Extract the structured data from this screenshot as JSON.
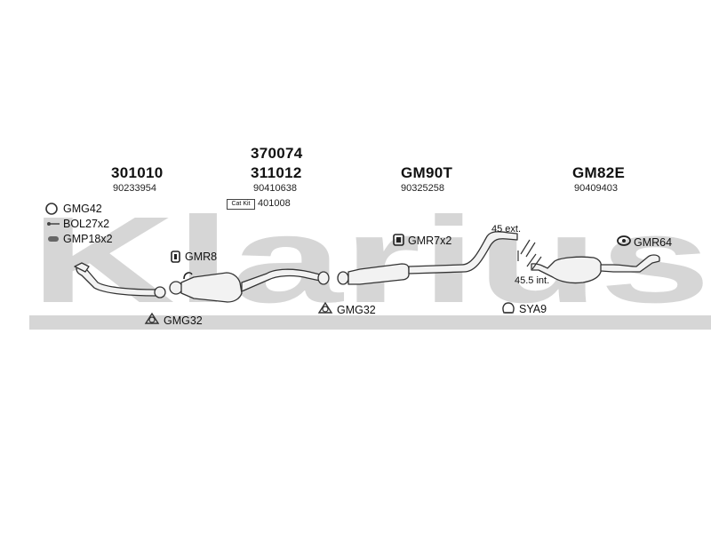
{
  "watermark": "Klarius",
  "colors": {
    "watermark": "#d6d6d6",
    "ink": "#111111",
    "pipe_fill": "#f2f2f2",
    "pipe_stroke": "#333333"
  },
  "parts": {
    "p1": {
      "number": "301010",
      "oe": "90233954"
    },
    "p2": {
      "number_top": "370074",
      "number": "311012",
      "oe": "90410638",
      "catkit_label": "Cat Kit",
      "catkit_number": "401008"
    },
    "p3": {
      "number": "GM90T",
      "oe": "90325258"
    },
    "p4": {
      "number": "GM82E",
      "oe": "90409403"
    }
  },
  "fittings": {
    "gmg42": "GMG42",
    "bol27x2": "BOL27x2",
    "gmp18x2": "GMP18x2",
    "gmr8": "GMR8",
    "gmr7x2": "GMR7x2",
    "gmr64": "GMR64",
    "gmg32_left": "GMG32",
    "gmg32_mid": "GMG32",
    "sya9": "SYA9"
  },
  "notes": {
    "ext": "45 ext.",
    "int": "45.5 int."
  },
  "icons": [
    "gasket-ring-icon",
    "bolt-icon",
    "clamp-icon",
    "rubber-mount-icon",
    "triangle-gasket-icon",
    "clamp-band-icon",
    "catalytic-converter-icon",
    "silencer-icon",
    "pipe-icon"
  ]
}
